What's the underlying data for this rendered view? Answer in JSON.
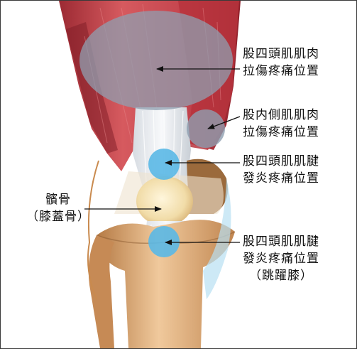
{
  "labels": {
    "quadriceps_strain": [
      "股四頭肌肌肉",
      "拉傷疼痛位置"
    ],
    "medial_muscle_strain": [
      "股内側肌肌肉",
      "拉傷疼痛位置"
    ],
    "quadriceps_tendinitis": [
      "股四頭肌肌腱",
      "發炎疼痛位置"
    ],
    "patella": [
      "髕骨",
      "（膝蓋骨）"
    ],
    "patellar_tendinitis": [
      "股四頭肌肌腱",
      "發炎疼痛位置",
      "（跳躍膝）"
    ]
  },
  "colors": {
    "muscle": "#c4444d",
    "muscle_dark": "#8f1f2a",
    "tendon": "#e9ecef",
    "bone": "#d9a877",
    "bone_dark": "#a8703e",
    "pain_gray": "#8f9fb0",
    "pain_blue": "#5ab8e6",
    "arrow": "#111111"
  },
  "markers": [
    {
      "name": "quadriceps-muscle-pain",
      "color": "gray"
    },
    {
      "name": "medial-muscle-pain",
      "color": "gray"
    },
    {
      "name": "quadriceps-tendon-pain",
      "color": "blue"
    },
    {
      "name": "patellar-tendon-pain",
      "color": "blue"
    }
  ]
}
